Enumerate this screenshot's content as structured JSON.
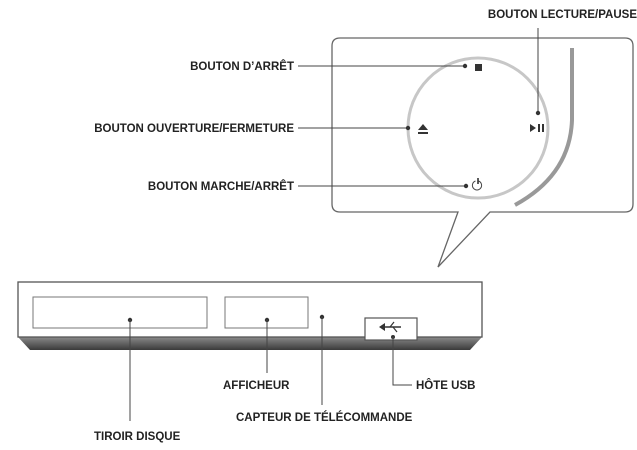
{
  "labels": {
    "play_pause": "BOUTON LECTURE/PAUSE",
    "stop": "BOUTON D’ARRÊT",
    "open_close": "BOUTON OUVERTURE/FERMETURE",
    "power": "BOUTON MARCHE/ARRÊT",
    "display": "AFFICHEUR",
    "usb_host": "HÔTE USB",
    "remote_sensor": "CAPTEUR DE TÉLÉCOMMANDE",
    "disc_tray": "TIROIR DISQUE"
  },
  "icons": {
    "stop": "■",
    "eject": "⏏",
    "play_pause": "▶II",
    "power": "⏻",
    "usb": "⭠"
  }
}
